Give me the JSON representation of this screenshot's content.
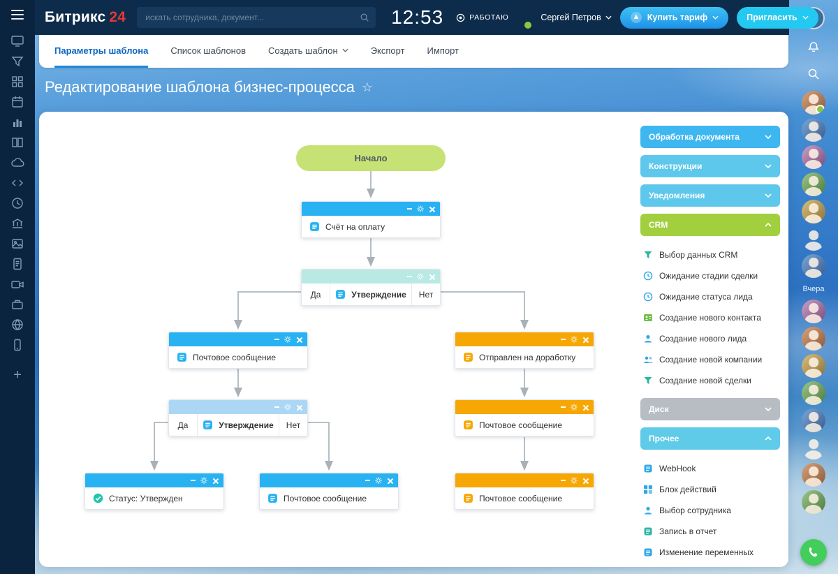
{
  "topbar": {
    "logo_primary": "Битрикс",
    "logo_accent": "24",
    "search_placeholder": "искать сотрудника, документ...",
    "time": "12:53",
    "status_label": "РАБОТАЮ",
    "user_name": "Сергей Петров",
    "buy_tariff_label": "Купить тариф",
    "invite_label": "Пригласить",
    "help_label": "?"
  },
  "icons": {
    "star": "☆",
    "plus": "+"
  },
  "tabs": {
    "items": [
      {
        "label": "Параметры шаблона",
        "active": true
      },
      {
        "label": "Список шаблонов",
        "active": false
      },
      {
        "label": "Создать шаблон",
        "active": false
      },
      {
        "label": "Экспорт",
        "active": false
      },
      {
        "label": "Импорт",
        "active": false
      }
    ]
  },
  "page": {
    "title": "Редактирование шаблона бизнес-процесса"
  },
  "flow": {
    "start": "Начало",
    "labels": {
      "yes": "Да",
      "no": "Нет"
    },
    "nodes": {
      "invoice": "Счёт на оплату",
      "approve1": "Утверждение",
      "mail_left": "Почтовое сообщение",
      "rework": "Отправлен на доработку",
      "approve2": "Утверждение",
      "status_approved": "Статус: Утвержден",
      "mail_bottom": "Почтовое сообщение",
      "mail_orange_mid": "Почтовое сообщение",
      "mail_orange_bottom": "Почтовое сообщение"
    }
  },
  "palette": {
    "categories": [
      {
        "label": "Обработка документа",
        "color": "#3eb7f1",
        "expanded": false
      },
      {
        "label": "Конструкции",
        "color": "#5ec8ec",
        "expanded": false
      },
      {
        "label": "Уведомления",
        "color": "#5ec8ec",
        "expanded": false
      },
      {
        "label": "CRM",
        "color": "#a2cf3e",
        "expanded": true,
        "items": [
          {
            "label": "Выбор данных CRM",
            "icon": "funnel"
          },
          {
            "label": "Ожидание стадии сделки",
            "icon": "clock"
          },
          {
            "label": "Ожидание статуса лида",
            "icon": "clock"
          },
          {
            "label": "Создание нового контакта",
            "icon": "contact-card"
          },
          {
            "label": "Создание нового лида",
            "icon": "person"
          },
          {
            "label": "Создание новой компании",
            "icon": "people"
          },
          {
            "label": "Создание новой сделки",
            "icon": "funnel"
          }
        ]
      },
      {
        "label": "Диск",
        "color": "#b7bdc3",
        "expanded": false
      },
      {
        "label": "Прочее",
        "color": "#60cbe9",
        "expanded": true,
        "items": [
          {
            "label": "WebHook",
            "icon": "document"
          },
          {
            "label": "Блок действий",
            "icon": "blocks"
          },
          {
            "label": "Выбор сотрудника",
            "icon": "person"
          },
          {
            "label": "Запись в отчет",
            "icon": "report"
          },
          {
            "label": "Изменение переменных",
            "icon": "document"
          },
          {
            "label": "",
            "icon": "document"
          }
        ]
      }
    ]
  },
  "right_strip": {
    "yesterday_label": "Вчера"
  },
  "left_sidebar": {
    "icons": [
      "menu",
      "live-feed",
      "crm-funnel",
      "apps-grid",
      "calendar",
      "reports-chart",
      "knowledge-base",
      "cloud-storage",
      "developer-code",
      "time-clock",
      "company-bank",
      "photo-gallery",
      "documents",
      "video-calls",
      "briefcase",
      "globe-sites",
      "mobile-app",
      "add-plus"
    ]
  },
  "colors": {
    "topbar_bg": "#0d2c4c",
    "sidebar_bg": "#0a2440",
    "header_blue": "#29b2f1",
    "header_orange": "#f7a703",
    "condition_teal": "#b9e9e3",
    "condition_light_blue": "#abd7f5",
    "start_green": "#c7e274",
    "buy_button": "#2f9fe8",
    "invite_button": "#23c9f0",
    "active_tab": "#0b66c3",
    "crm_category_green": "#a2cf3e",
    "phone_button_green": "#43ce5c"
  }
}
